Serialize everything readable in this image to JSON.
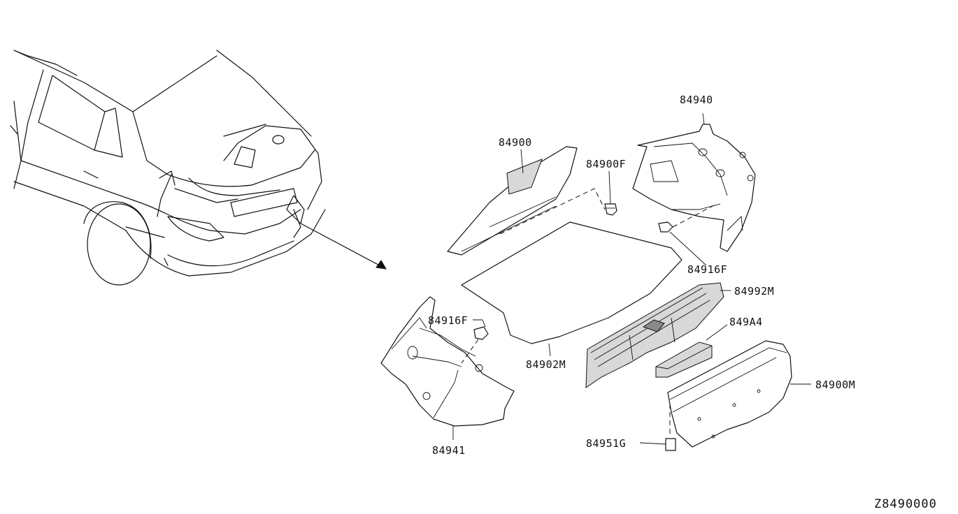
{
  "parts": {
    "p84940": "84940",
    "p84900": "84900",
    "p84900F": "84900F",
    "p84916F_right": "84916F",
    "p84992M": "84992M",
    "p849A4": "849A4",
    "p84900M": "84900M",
    "p84951G": "84951G",
    "p84941": "84941",
    "p84916F_left": "84916F",
    "p84902M": "84902M"
  },
  "diagram_code": "Z8490000"
}
